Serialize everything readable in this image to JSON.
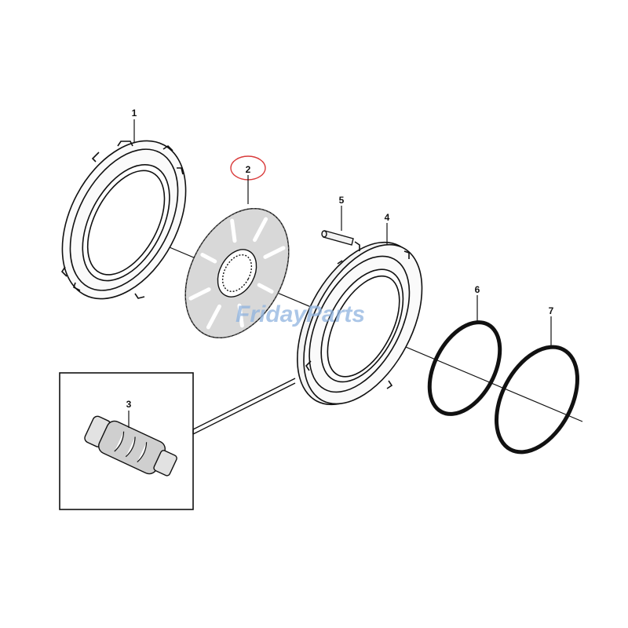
{
  "diagram": {
    "parts": [
      {
        "number": "1",
        "part": "clutch-plate-outer-disc"
      },
      {
        "number": "2",
        "part": "friction-disc",
        "highlighted": true
      },
      {
        "number": "3",
        "part": "shaft-spline-insert"
      },
      {
        "number": "4",
        "part": "piston-ring-plate"
      },
      {
        "number": "5",
        "part": "pin"
      },
      {
        "number": "6",
        "part": "o-ring-small"
      },
      {
        "number": "7",
        "part": "o-ring-large"
      }
    ],
    "highlight_color": "#d93a3a",
    "line_color": "#111111"
  },
  "watermark": {
    "part_a": "Friday",
    "part_b": "Parts",
    "accent_color": "#f0b441",
    "text_color": "#8fb3df"
  }
}
